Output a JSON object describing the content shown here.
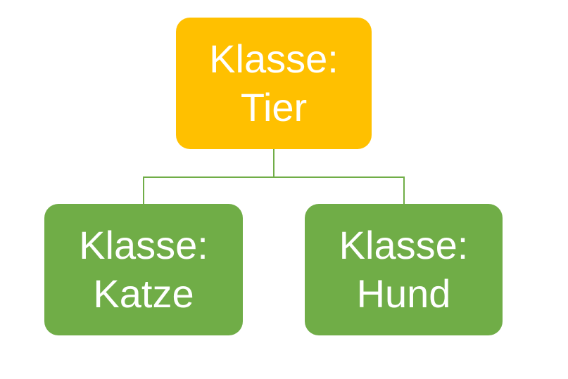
{
  "diagram": {
    "background_color": "#ffffff",
    "connector_color": "#70AD47",
    "text_color": "#ffffff",
    "nodes": {
      "tier": {
        "line1": "Klasse:",
        "line2": "Tier",
        "fill": "#FFC000",
        "role": "parent"
      },
      "katze": {
        "line1": "Klasse:",
        "line2": "Katze",
        "fill": "#70AD47",
        "role": "child"
      },
      "hund": {
        "line1": "Klasse:",
        "line2": "Hund",
        "fill": "#70AD47",
        "role": "child"
      }
    }
  }
}
